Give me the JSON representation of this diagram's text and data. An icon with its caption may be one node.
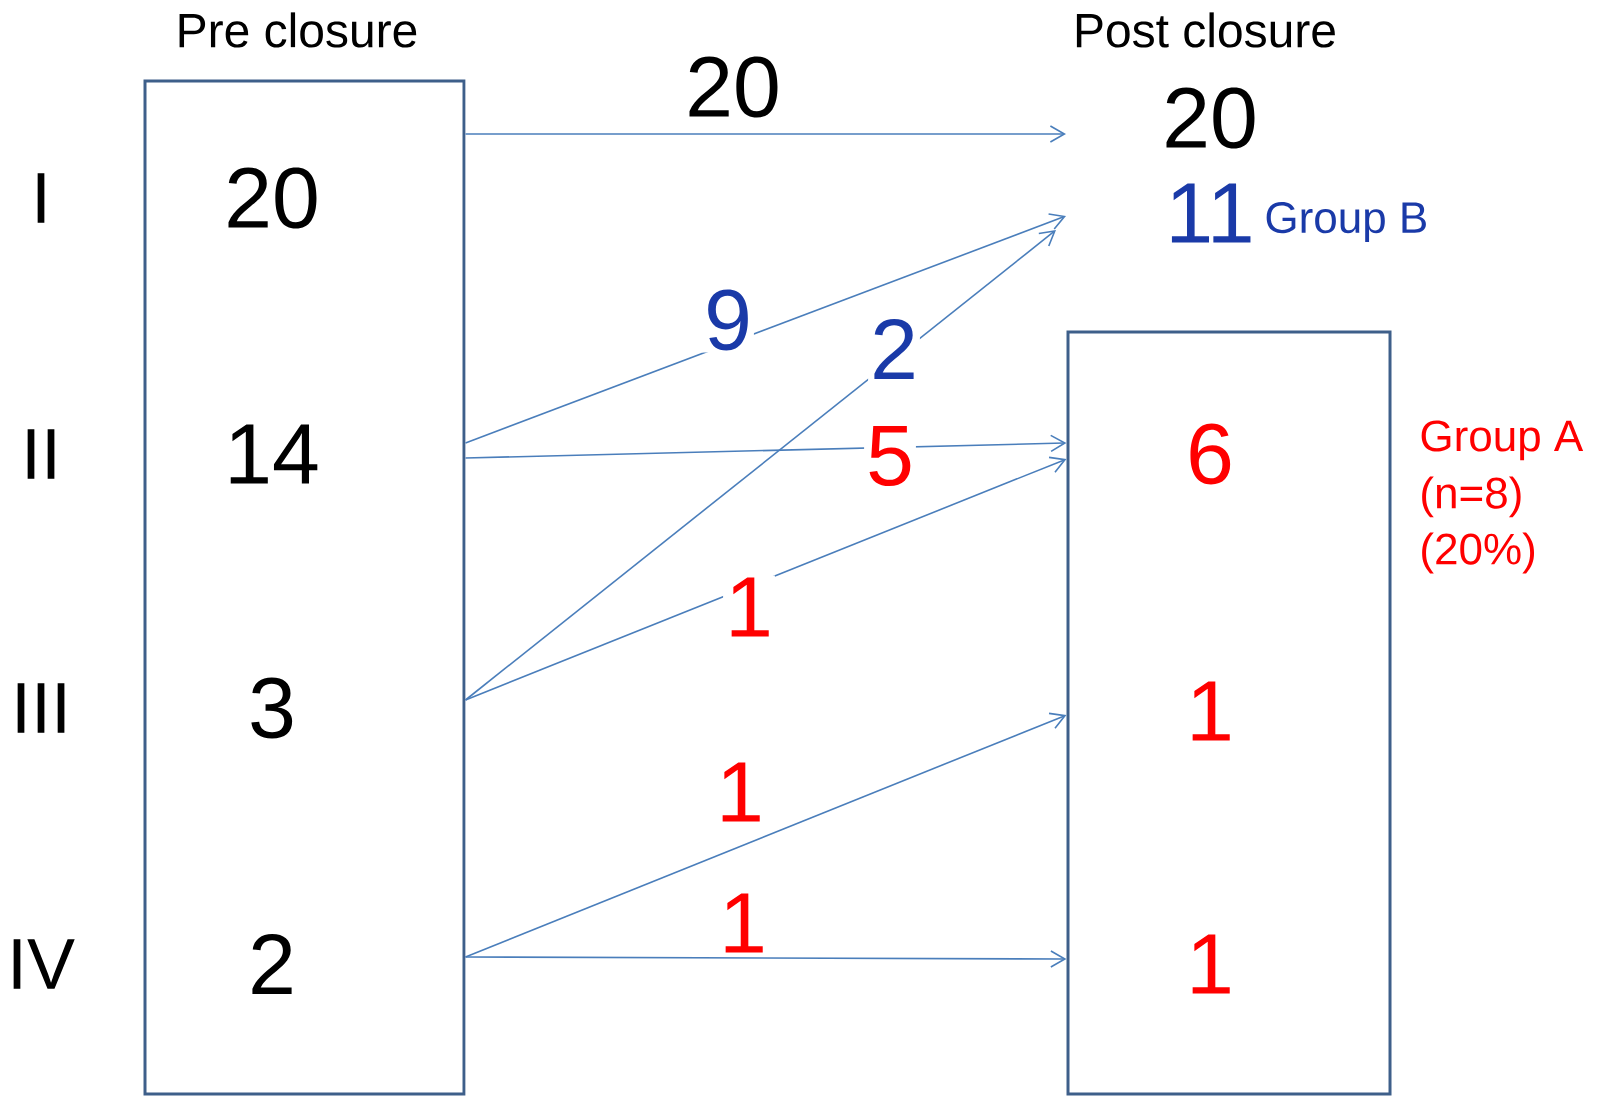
{
  "diagram": {
    "nodes": [
      {
        "text": [
          "Pre closure"
        ]
      },
      {
        "text": [
          "20"
        ],
        "in": 0
      },
      {
        "text": [
          "14"
        ],
        "in": 0
      },
      {
        "text": [
          "3"
        ],
        "in": 0
      },
      {
        "text": [
          "2"
        ],
        "in": 0
      },
      {
        "text": [
          "20"
        ]
      },
      {
        "text": [
          "11"
        ],
        "beside": [
          "Group B"
        ]
      },
      {
        "text": [],
        "shape": "box",
        "beside": [
          "Group A",
          "(n=8)",
          "(20%)"
        ]
      },
      {
        "text": [
          "6"
        ],
        "in": 7
      },
      {
        "text": [
          "1"
        ],
        "in": 7
      },
      {
        "text": [
          "1"
        ],
        "in": 7
      }
    ],
    "edges": [
      {
        "from": 0,
        "to": 5,
        "arrow": "to",
        "label": "20"
      },
      {
        "from": 0,
        "to": 6,
        "arrow": "to",
        "label": "9"
      },
      {
        "from": 0,
        "to": 7,
        "arrow": "to",
        "label": "5"
      },
      {
        "from": 0,
        "to": 6,
        "arrow": "to",
        "label": "2"
      },
      {
        "from": 0,
        "to": 7,
        "arrow": "to",
        "label": "1"
      },
      {
        "from": 0,
        "to": 7,
        "arrow": "to",
        "label": "1"
      },
      {
        "from": 0,
        "to": 7,
        "arrow": "to",
        "label": "1"
      }
    ],
    "labels": [
      "Post closure",
      "I",
      "II",
      "III",
      "IV"
    ]
  }
}
